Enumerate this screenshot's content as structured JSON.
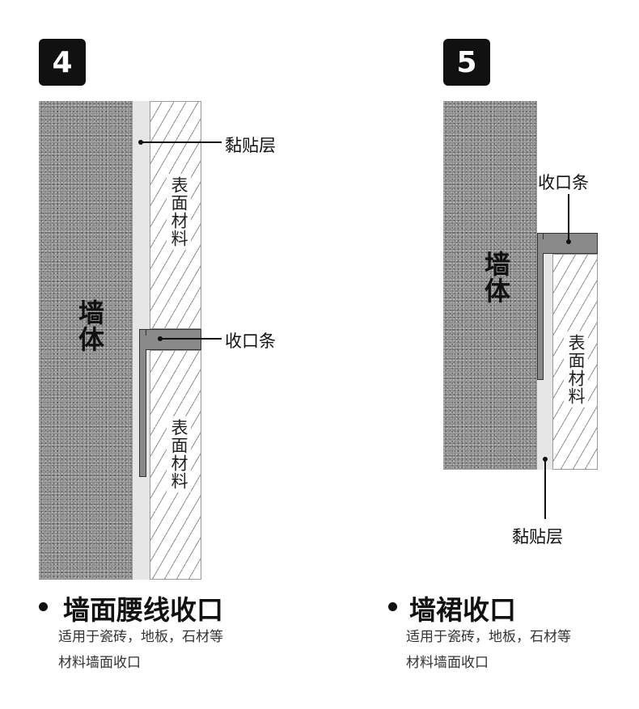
{
  "diagram4": {
    "badge": "4",
    "wall": "墙体",
    "adhesive_label": "黏贴层",
    "material_top": "表面材料",
    "material_bottom": "表面材料",
    "strip_label": "收口条",
    "title": "墙面腰线收口",
    "desc_line1": "适用于瓷砖，地板，石材等",
    "desc_line2": "材料墙面收口"
  },
  "diagram5": {
    "badge": "5",
    "wall": "墙体",
    "strip_label": "收口条",
    "material": "表面材料",
    "adhesive_label": "黏贴层",
    "title": "墙裙收口",
    "desc_line1": "适用于瓷砖，地板，石材等",
    "desc_line2": "材料墙面收口"
  },
  "colors": {
    "wall": "#8c8c8c",
    "adhesive": "#e6e6e6",
    "strip": "#8a8a8a",
    "text": "#111111"
  }
}
